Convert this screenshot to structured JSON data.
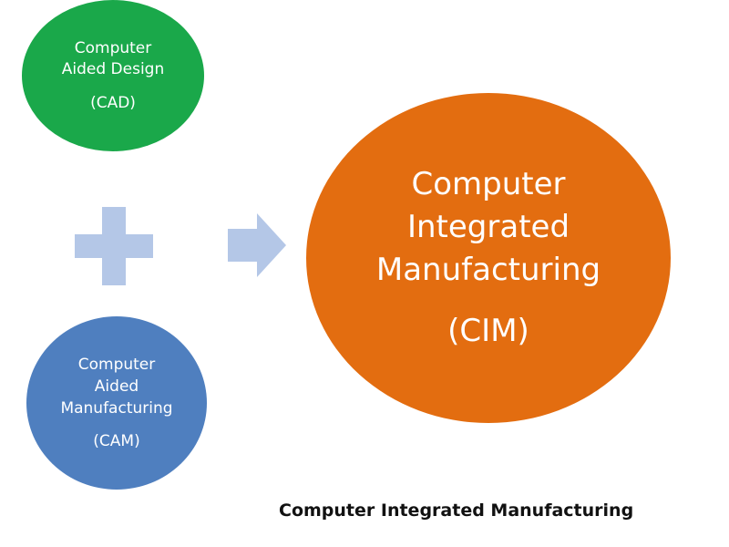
{
  "diagram": {
    "cad": {
      "lines": [
        "Computer",
        "Aided Design"
      ],
      "abbr": "(CAD)",
      "color": "#1aa84a"
    },
    "cam": {
      "lines": [
        "Computer",
        "Aided",
        "Manufacturing"
      ],
      "abbr": "(CAM)",
      "color": "#4f7fbf"
    },
    "cim": {
      "lines": [
        "Computer",
        "Integrated",
        "Manufacturing"
      ],
      "abbr": "(CIM)",
      "color": "#e36d10"
    },
    "plus_icon": "plus-icon",
    "arrow_icon": "arrow-right-icon",
    "symbol_color": "#b4c7e7",
    "caption": "Computer Integrated Manufacturing"
  }
}
